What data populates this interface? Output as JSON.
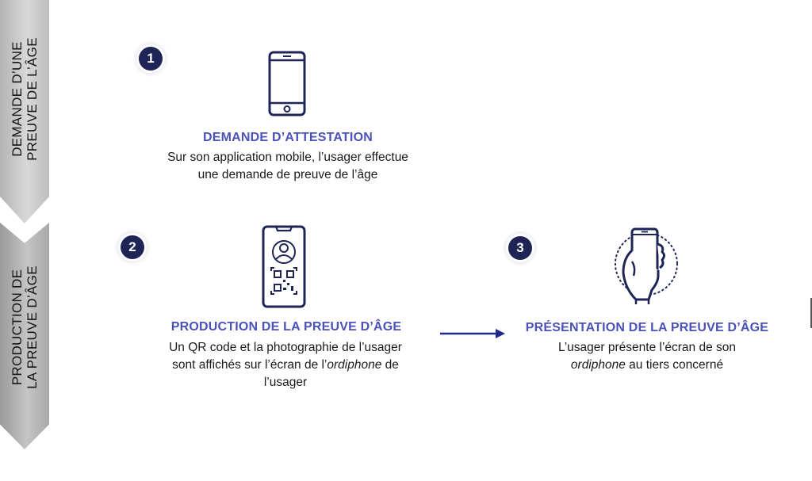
{
  "phases": [
    {
      "lines": [
        "DEMANDE D’UNE",
        "PREUVE DE L’ÂGE"
      ]
    },
    {
      "lines": [
        "PRODUCTION DE",
        "LA PREUVE D’ÂGE"
      ]
    }
  ],
  "steps": [
    {
      "number": "1",
      "icon": "smartphone-icon",
      "title": "DEMANDE D’ATTESTATION",
      "desc_lines": [
        "Sur son application mobile, l’usager effectue",
        "une demande de preuve de l’âge"
      ]
    },
    {
      "number": "2",
      "icon": "phone-qr-code-icon",
      "title": "PRODUCTION DE LA PREUVE D’ÂGE",
      "desc_line1": "Un QR code et la photographie de l’usager",
      "desc_line2_prefix": "sont affichés sur l’écran de l’",
      "desc_line2_em": "ordiphone",
      "desc_line2_suffix": " de",
      "desc_line3": "l’usager"
    },
    {
      "number": "3",
      "icon": "hand-holding-phone-icon",
      "title": "PRÉSENTATION DE LA PREUVE D’ÂGE",
      "desc_line1": "L’usager présente l’écran de son",
      "desc_line2_em": "ordiphone",
      "desc_line2_suffix": " au tiers concerné"
    }
  ],
  "colors": {
    "navy": "#1e2556",
    "title_blue": "#4a52b8",
    "arrow": "#1f2a8a",
    "chevron_gray": "#c4c4c4"
  }
}
